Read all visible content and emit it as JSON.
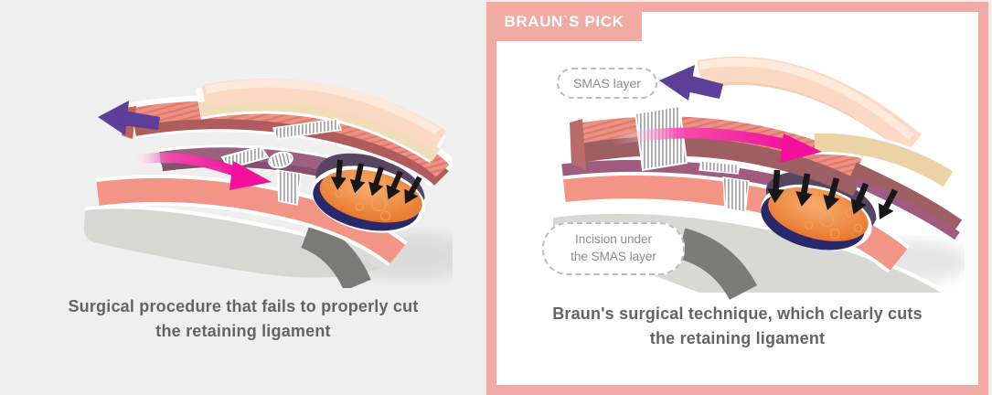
{
  "left_panel": {
    "caption_lines": [
      "Surgical procedure that fails to properly cut",
      "the retaining ligament"
    ]
  },
  "right_panel": {
    "badge_label": "BRAUN`S PICK",
    "smas_label": "SMAS layer",
    "incision_label_lines": [
      "Incision under",
      "the SMAS layer"
    ],
    "caption_lines": [
      "Braun's surgical technique, which clearly cuts",
      "the retaining ligament"
    ]
  },
  "colors": {
    "panel_accent_pink": "#F2AAA4",
    "background_gray": "#F0EFF0",
    "caption_gray": "#646464",
    "label_gray": "#8C8C8C",
    "magenta_arrow": "#F2109C",
    "purple_arrow": "#5B3F99",
    "fat_pad_orange": "#E8772E",
    "fat_outline_navy": "#28286A",
    "smas_mauve": "#9D6080",
    "muscle_pink": "#EE9183",
    "muscle_edge_maroon": "#9E5F63",
    "skin_peach": "#FCD9C2",
    "skin_cream": "#F1DDB9",
    "bone_gray": "#D7D7D3",
    "bone_dark_gray": "#7A7A78",
    "pressure_arrow_black": "#171717"
  },
  "icons": {
    "left_pull_arrow": "purple-up-left-arrow-icon",
    "left_traction_arrow": "magenta-right-arrow-icon",
    "right_pull_arrow": "purple-up-left-arrow-icon",
    "right_traction_arrow": "magenta-right-arrow-icon",
    "pressure_arrows": "black-down-arrows-icon"
  }
}
